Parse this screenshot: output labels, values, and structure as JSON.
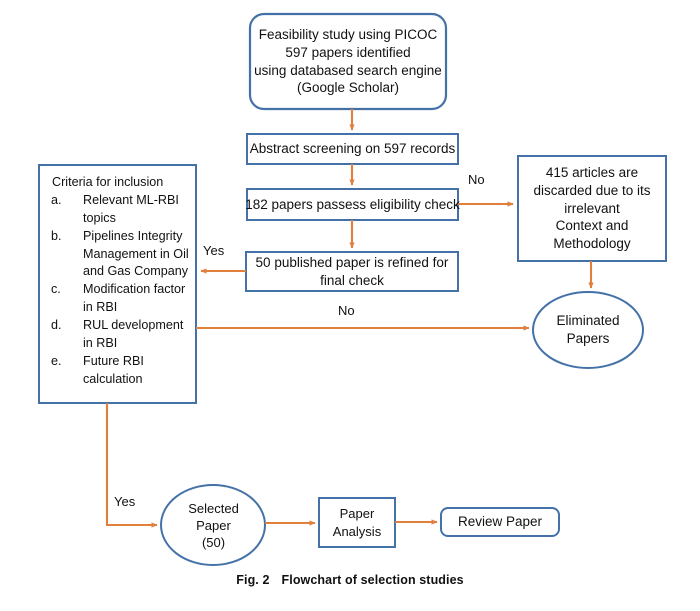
{
  "figure": {
    "caption_label": "Fig. 2",
    "caption_text": "Flowchart of selection studies",
    "colors": {
      "node_border": "#4472a8",
      "connector": "#e0803c",
      "node_fill": "#ffffff",
      "text": "#111111",
      "background": "#ffffff"
    }
  },
  "nodes": {
    "feasibility": {
      "shape": "rounded-rectangle",
      "lines": [
        "Feasibility study using PICOC",
        "597 papers identified",
        "using databased search engine",
        "(Google Scholar)"
      ]
    },
    "abstract_screening": {
      "shape": "rectangle",
      "lines": [
        "Abstract screening on 597 records"
      ]
    },
    "eligibility": {
      "shape": "rectangle",
      "lines": [
        "182 papers passess eligibility check"
      ]
    },
    "refined": {
      "shape": "rectangle",
      "lines": [
        "50 published paper is refined for",
        "final check"
      ]
    },
    "discarded": {
      "shape": "rectangle",
      "lines": [
        "415 articles are",
        "discarded due to its",
        "irrelevant",
        "Context and",
        "Methodology"
      ]
    },
    "eliminated": {
      "shape": "ellipse",
      "lines": [
        "Eliminated",
        "Papers"
      ]
    },
    "selected": {
      "shape": "ellipse",
      "lines": [
        "Selected",
        "Paper",
        "(50)"
      ]
    },
    "analysis": {
      "shape": "rectangle",
      "lines": [
        "Paper",
        "Analysis"
      ]
    },
    "review": {
      "shape": "rounded-rectangle",
      "lines": [
        "Review Paper"
      ]
    },
    "criteria": {
      "shape": "rectangle",
      "title": "Criteria for inclusion",
      "items": [
        "Relevant ML-RBI topics",
        "Pipelines Integrity Management in Oil and Gas Company",
        "Modification factor in RBI",
        "RUL development in RBI",
        "Future RBI calculation"
      ]
    }
  },
  "edge_labels": {
    "no_top": "No",
    "yes_left": "Yes",
    "no_mid": "No",
    "yes_bottom": "Yes"
  }
}
